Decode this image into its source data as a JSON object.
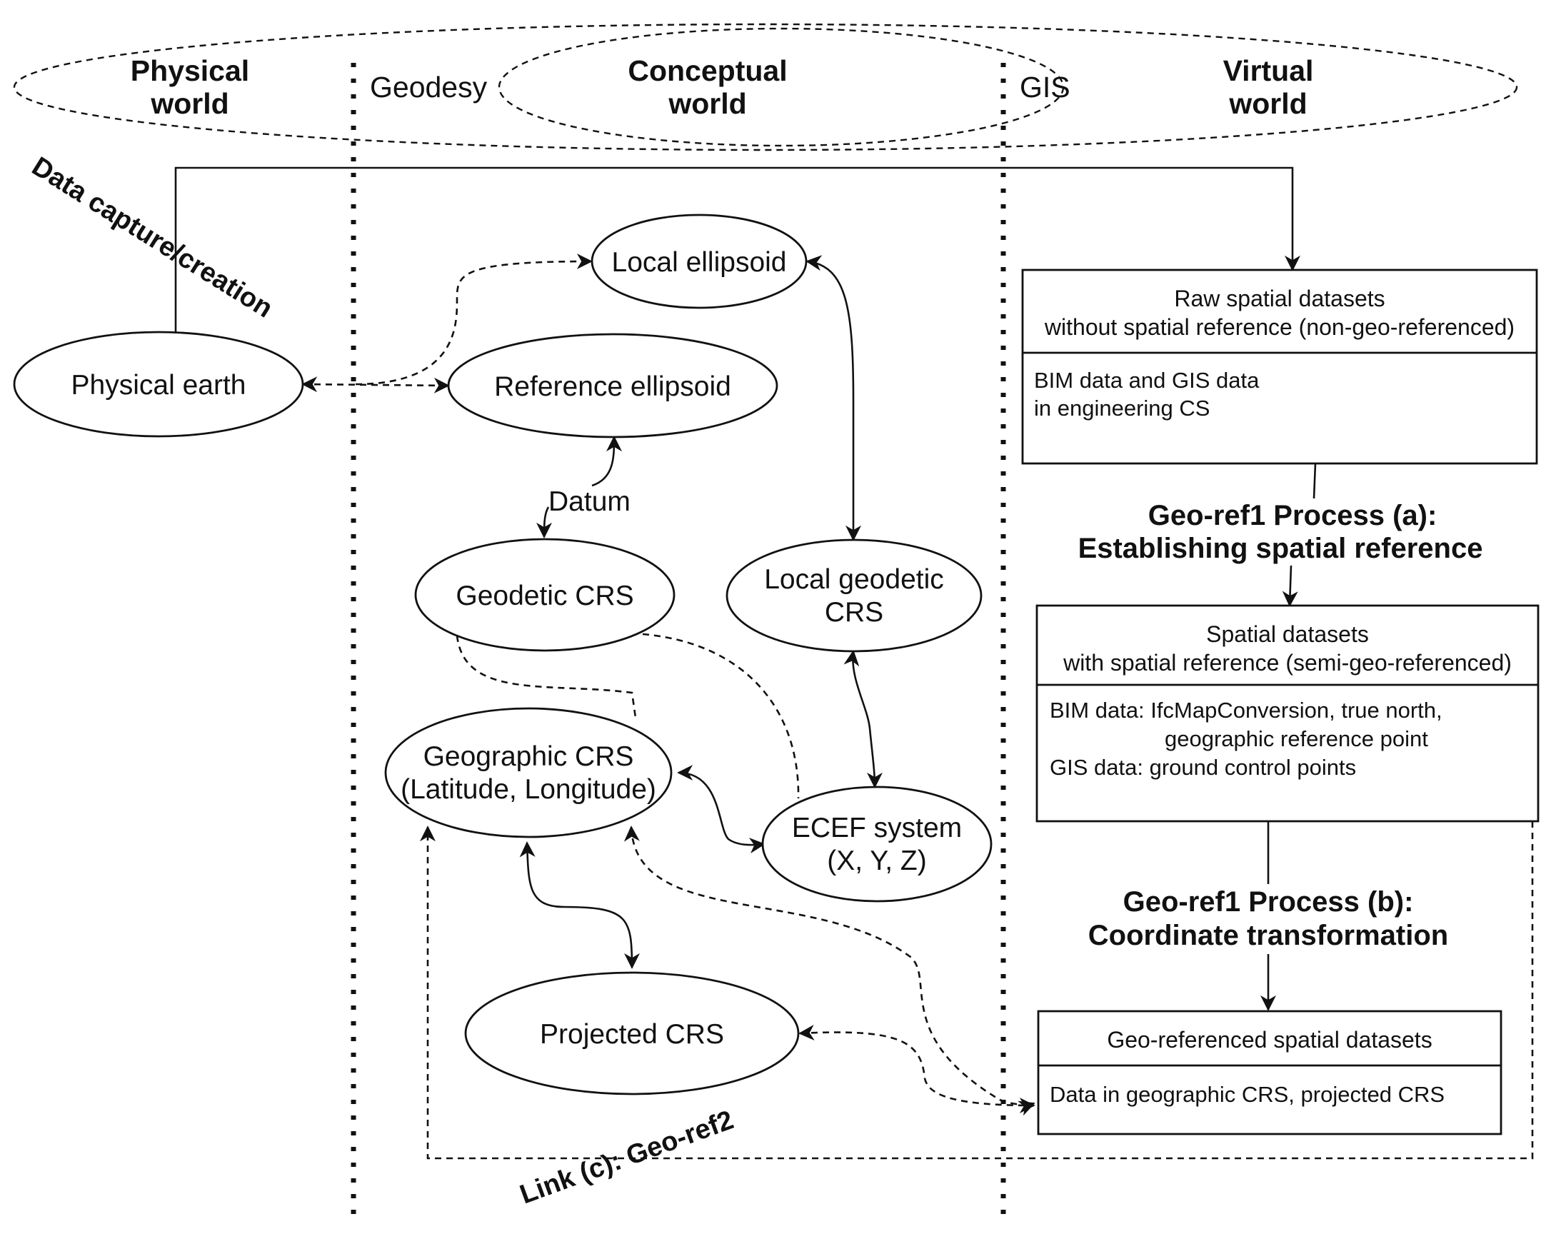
{
  "zones": {
    "physical": [
      "Physical",
      "world"
    ],
    "conceptual": [
      "Conceptual",
      "world"
    ],
    "virtual": [
      "Virtual",
      "world"
    ],
    "geodesy": "Geodesy",
    "gis": "GIS"
  },
  "labels": {
    "data_capture": "Data capture/creation",
    "datum": "Datum",
    "link_c": "Link (c): Geo-ref2"
  },
  "nodes": {
    "physical_earth": "Physical earth",
    "local_ellipsoid": "Local ellipsoid",
    "reference_ellipsoid": "Reference ellipsoid",
    "geodetic_crs": "Geodetic CRS",
    "local_geodetic_crs": [
      "Local geodetic",
      "CRS"
    ],
    "geographic_crs": [
      "Geographic CRS",
      "(Latitude, Longitude)"
    ],
    "ecef": [
      "ECEF system",
      "(X, Y, Z)"
    ],
    "projected_crs": "Projected CRS"
  },
  "boxes": {
    "raw": {
      "title": [
        "Raw spatial datasets",
        "without spatial reference (non-geo-referenced)"
      ],
      "body": [
        "BIM data and  GIS data",
        "in engineering CS"
      ]
    },
    "semi": {
      "title": [
        "Spatial datasets",
        "with spatial reference (semi-geo-referenced)"
      ],
      "body": [
        "BIM data: IfcMapConversion, true north,",
        "geographic reference point",
        "GIS data: ground control points"
      ]
    },
    "geo": {
      "title": "Geo-referenced spatial datasets",
      "body": "Data in geographic CRS, projected CRS"
    }
  },
  "processes": {
    "a": [
      "Geo-ref1  Process (a):",
      "Establishing  spatial reference"
    ],
    "b": [
      "Geo-ref1 Process (b):",
      "Coordinate transformation"
    ]
  }
}
